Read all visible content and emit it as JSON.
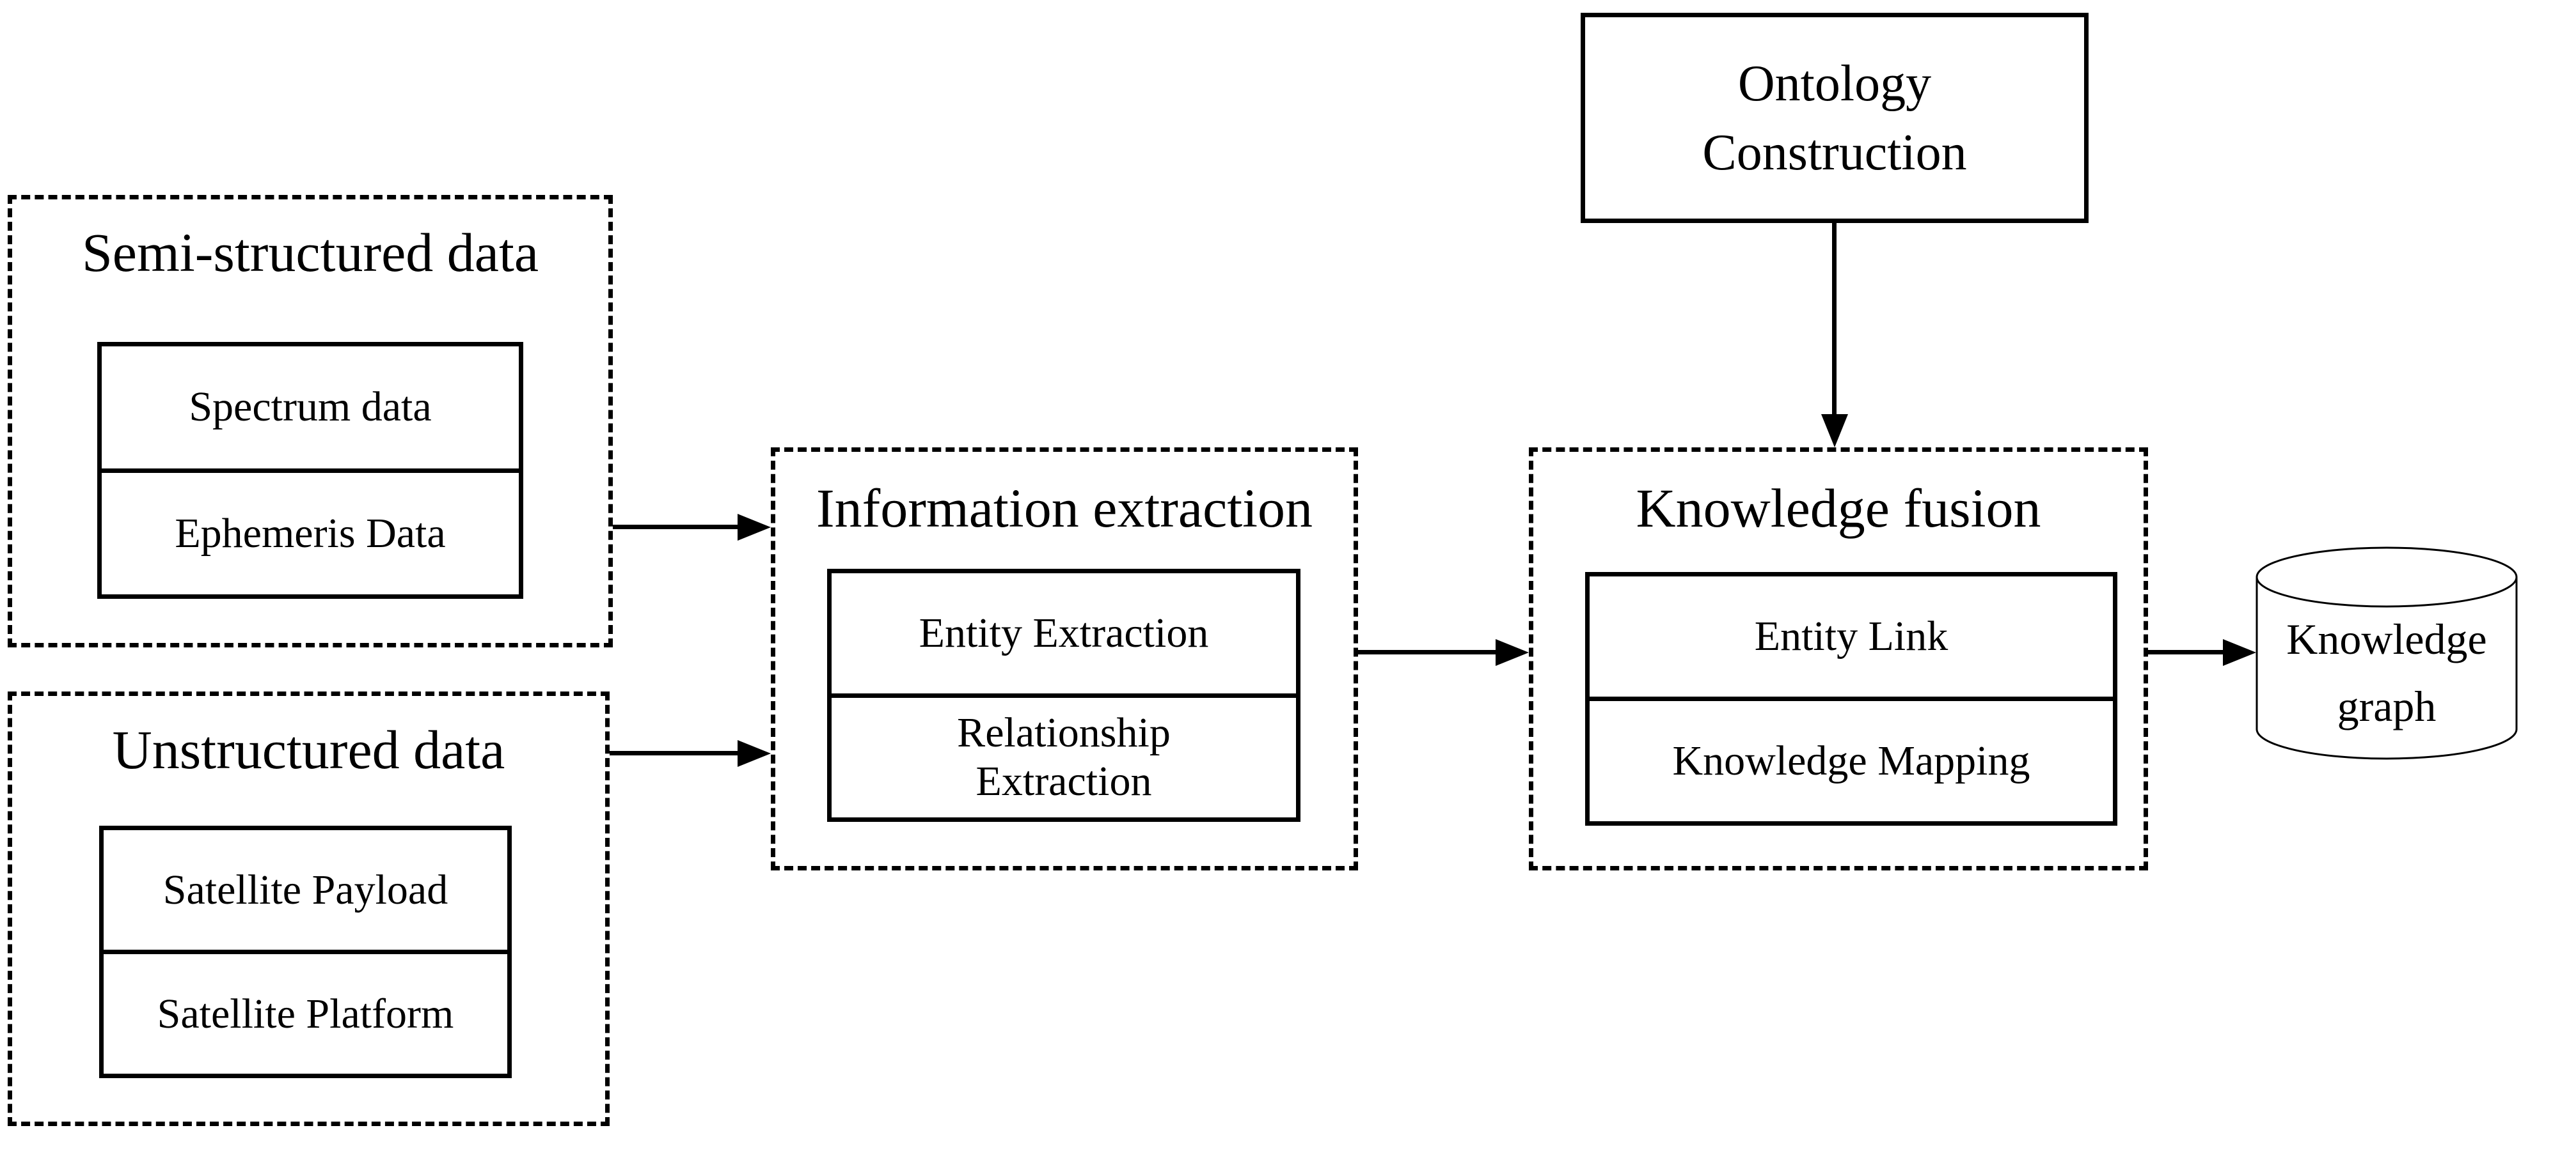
{
  "canvas": {
    "background": "#ffffff",
    "ink": "#000000"
  },
  "groups": {
    "semi_structured": {
      "title": "Semi-structured data",
      "items": [
        "Spectrum data",
        "Ephemeris Data"
      ]
    },
    "unstructured": {
      "title": "Unstructured data",
      "items": [
        "Satellite Payload",
        "Satellite Platform"
      ]
    },
    "information_extraction": {
      "title": "Information extraction",
      "items": [
        "Entity Extraction",
        "Relationship Extraction"
      ]
    },
    "knowledge_fusion": {
      "title": "Knowledge fusion",
      "items": [
        "Entity Link",
        "Knowledge Mapping"
      ]
    },
    "ontology_construction": {
      "label": "Ontology Construction"
    },
    "knowledge_graph": {
      "label": "Knowledge graph"
    }
  }
}
